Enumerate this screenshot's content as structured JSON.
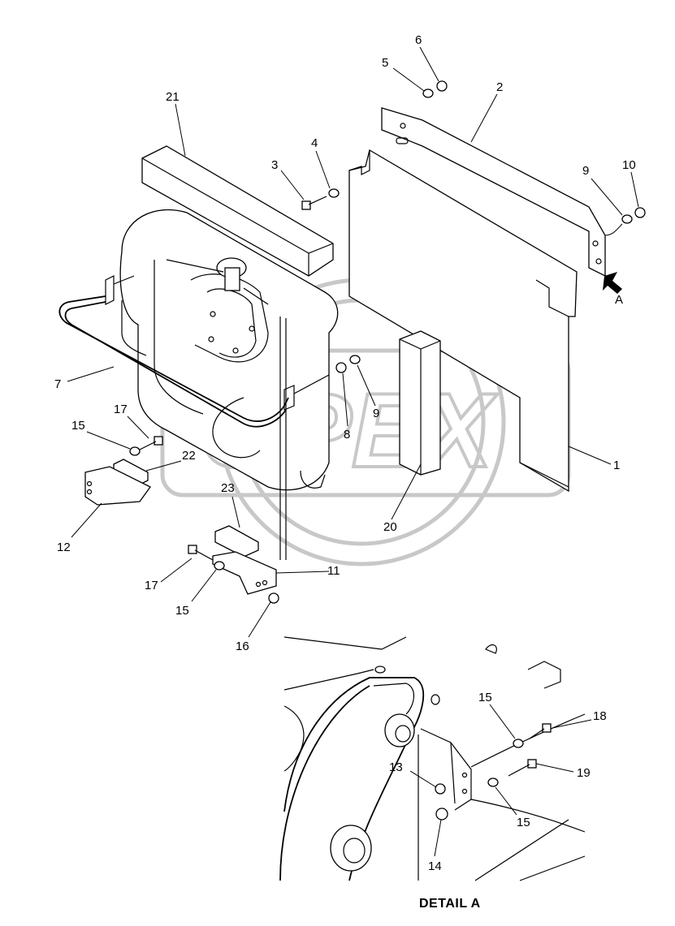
{
  "watermark": {
    "text": "OPEX",
    "color": "#c8c8c8"
  },
  "detail_caption": "DETAIL A",
  "view_marker": "A",
  "callouts": [
    {
      "id": "c6",
      "text": "6"
    },
    {
      "id": "c5",
      "text": "5"
    },
    {
      "id": "c2",
      "text": "2"
    },
    {
      "id": "c21",
      "text": "21"
    },
    {
      "id": "c4",
      "text": "4"
    },
    {
      "id": "c3",
      "text": "3"
    },
    {
      "id": "c9a",
      "text": "9"
    },
    {
      "id": "c10",
      "text": "10"
    },
    {
      "id": "c7",
      "text": "7"
    },
    {
      "id": "c17a",
      "text": "17"
    },
    {
      "id": "c15a",
      "text": "15"
    },
    {
      "id": "c22",
      "text": "22"
    },
    {
      "id": "c8",
      "text": "8"
    },
    {
      "id": "c9b",
      "text": "9"
    },
    {
      "id": "c1",
      "text": "1"
    },
    {
      "id": "c20",
      "text": "20"
    },
    {
      "id": "c23",
      "text": "23"
    },
    {
      "id": "c12",
      "text": "12"
    },
    {
      "id": "c11",
      "text": "11"
    },
    {
      "id": "c17b",
      "text": "17"
    },
    {
      "id": "c15b",
      "text": "15"
    },
    {
      "id": "c16",
      "text": "16"
    },
    {
      "id": "c15c",
      "text": "15"
    },
    {
      "id": "c18",
      "text": "18"
    },
    {
      "id": "c13",
      "text": "13"
    },
    {
      "id": "c19",
      "text": "19"
    },
    {
      "id": "c15d",
      "text": "15"
    },
    {
      "id": "c14",
      "text": "14"
    }
  ]
}
